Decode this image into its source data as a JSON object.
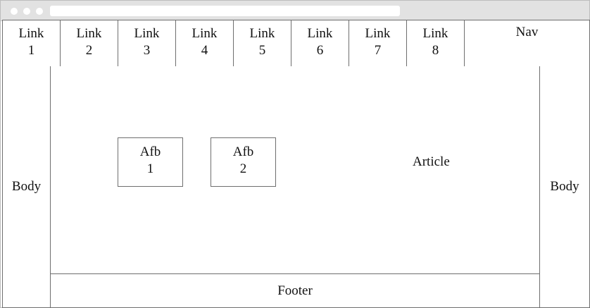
{
  "links": [
    {
      "word": "Link",
      "num": "1"
    },
    {
      "word": "Link",
      "num": "2"
    },
    {
      "word": "Link",
      "num": "3"
    },
    {
      "word": "Link",
      "num": "4"
    },
    {
      "word": "Link",
      "num": "5"
    },
    {
      "word": "Link",
      "num": "6"
    },
    {
      "word": "Link",
      "num": "7"
    },
    {
      "word": "Link",
      "num": "8"
    }
  ],
  "nav": {
    "label": "Nav"
  },
  "body_left": {
    "label": "Body"
  },
  "body_right": {
    "label": "Body"
  },
  "article": {
    "label": "Article"
  },
  "afb": [
    {
      "word": "Afb",
      "num": "1"
    },
    {
      "word": "Afb",
      "num": "2"
    }
  ],
  "footer": {
    "label": "Footer"
  }
}
